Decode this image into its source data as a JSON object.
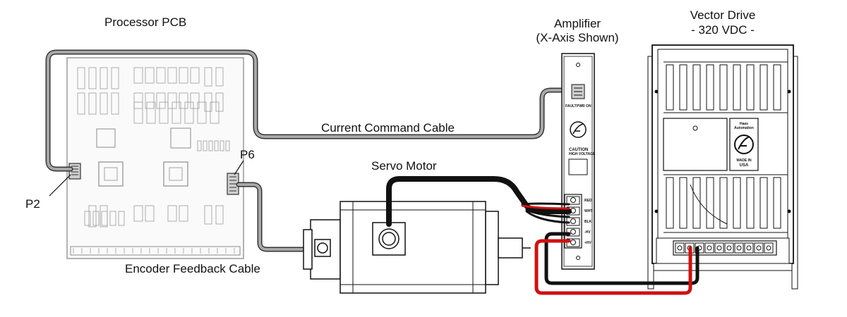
{
  "labels": {
    "processor": "Processor PCB",
    "amplifier_line1": "Amplifier",
    "amplifier_line2": "(X-Axis Shown)",
    "vector_line1": "Vector Drive",
    "vector_line2": "- 320 VDC -",
    "current_cable": "Current Command Cable",
    "encoder_cable": "Encoder Feedback Cable",
    "servo_motor": "Servo Motor",
    "p6": "P6",
    "p2": "P2"
  },
  "amplifier": {
    "fault": "FAULT",
    "pwr_on": "PWR ON",
    "caution": "CAUTION",
    "high_voltage": "HIGH VOLTAGE",
    "terminals": [
      "RED",
      "WHT",
      "BLK",
      "-HV",
      "+HV"
    ]
  },
  "vector_drive": {
    "brand_line1": "Haas",
    "brand_line2": "Automation",
    "made_in_line1": "MADE IN",
    "made_in_line2": "USA"
  },
  "colors": {
    "cable_gray": "#9a9a9a",
    "cable_black": "#111111",
    "cable_red": "#d01010",
    "pcb_lines": "#8c8c8c"
  }
}
